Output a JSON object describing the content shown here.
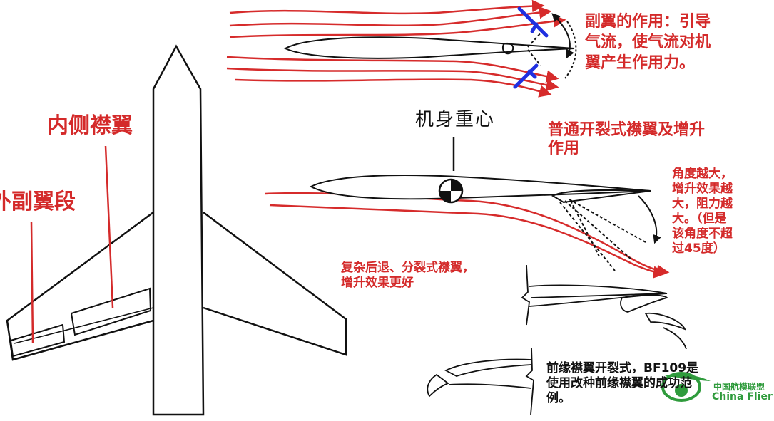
{
  "colors": {
    "label_red": "#d42a2a",
    "airflow_red": "#d62b2b",
    "outline": "#111111",
    "aileron_blue": "#1f2fe0",
    "watermark_green": "#2f9b3c"
  },
  "labels": {
    "inner_flap": "内侧襟翼",
    "outer_aileron": "外副翼段",
    "center_of_gravity": "机身重心",
    "aileron_role_lines": [
      "副翼的作用：引导",
      "气流，使气流对机",
      "翼产生作用力。"
    ],
    "split_flap_lines": [
      "普通开裂式襟翼及增升",
      "作用"
    ],
    "angle_note_lines": [
      "角度越大，",
      "增升效果越",
      "大，阻力越",
      "大。（但是",
      "该角度不超",
      "过45度）"
    ],
    "complex_flap_lines": [
      "复杂后退、分裂式襟翼，",
      "增升效果更好"
    ],
    "leading_edge_lines": [
      "前缘襟翼开裂式，BF109是",
      "使用改种前缘襟翼的成功范",
      "例。"
    ]
  },
  "watermark": {
    "icon": "china-flier-logo-icon",
    "text_cn": "中国航模联盟",
    "text_en": "China Flier"
  }
}
